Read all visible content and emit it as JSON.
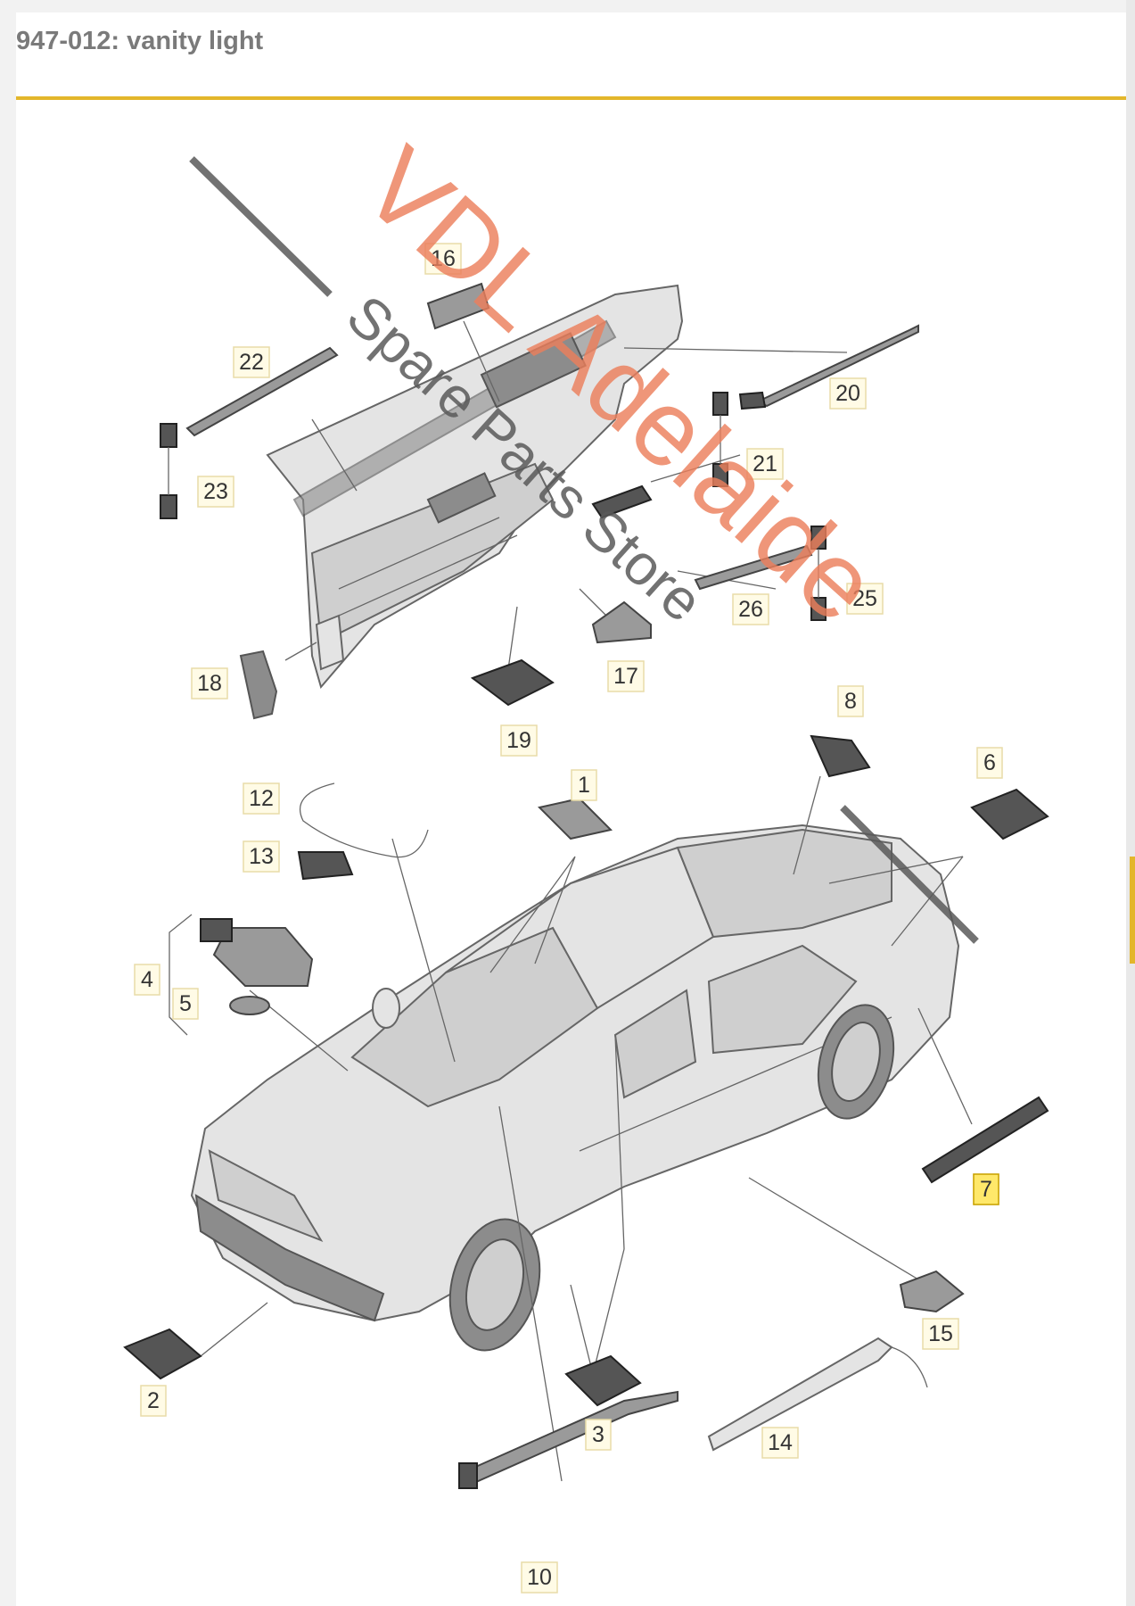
{
  "header": {
    "title": "947-012: vanity light"
  },
  "watermark": {
    "brand": "VDL Adelaide",
    "subtitle": "Spare Parts Store"
  },
  "labels": [
    {
      "id": "1",
      "n": "1"
    },
    {
      "id": "2",
      "n": "2"
    },
    {
      "id": "3",
      "n": "3"
    },
    {
      "id": "4",
      "n": "4"
    },
    {
      "id": "5",
      "n": "5"
    },
    {
      "id": "6",
      "n": "6"
    },
    {
      "id": "7",
      "n": "7"
    },
    {
      "id": "8",
      "n": "8"
    },
    {
      "id": "10",
      "n": "10"
    },
    {
      "id": "12",
      "n": "12"
    },
    {
      "id": "13",
      "n": "13"
    },
    {
      "id": "14",
      "n": "14"
    },
    {
      "id": "15",
      "n": "15"
    },
    {
      "id": "16",
      "n": "16"
    },
    {
      "id": "17",
      "n": "17"
    },
    {
      "id": "18",
      "n": "18"
    },
    {
      "id": "19",
      "n": "19"
    },
    {
      "id": "20",
      "n": "20"
    },
    {
      "id": "21",
      "n": "21"
    },
    {
      "id": "22",
      "n": "22"
    },
    {
      "id": "23",
      "n": "23"
    },
    {
      "id": "25",
      "n": "25"
    },
    {
      "id": "26",
      "n": "26"
    }
  ],
  "highlighted_label": "7",
  "colors": {
    "accent": "#e3b62b",
    "highlight": "#ffe86a",
    "watermark": "#ec7f5c"
  }
}
